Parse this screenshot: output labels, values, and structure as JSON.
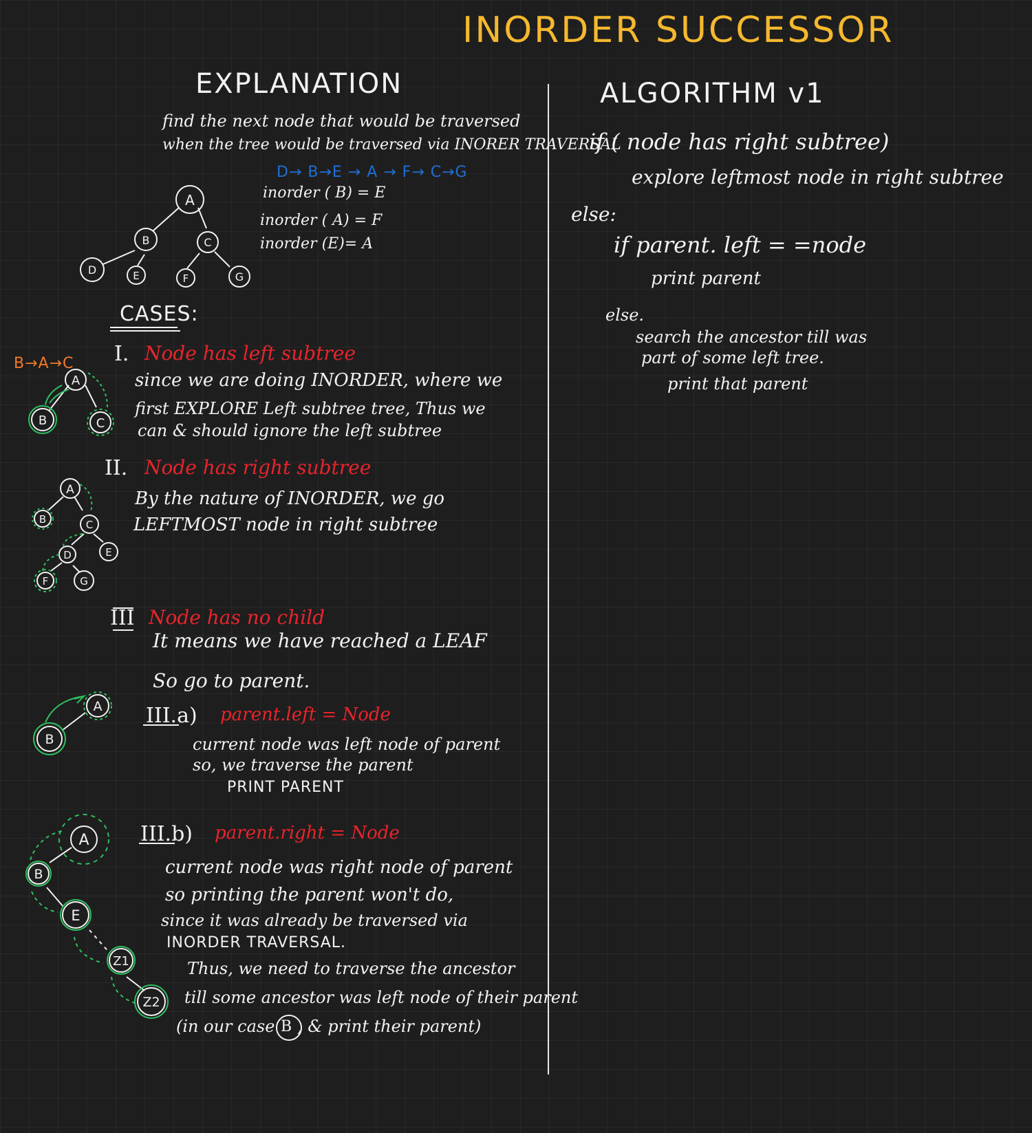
{
  "title": "INORDER  SUCCESSOR",
  "explanation": {
    "heading": "EXPLANATION",
    "line1": "find the next node that would be traversed",
    "line2": "when the tree would be traversed via INORER TRAVERSAL",
    "sequence": "D→ B→E → A → F→ C→G",
    "ex1": "inorder ( B) = E",
    "ex2": "inorder ( A) = F",
    "ex3": "inorder (E)= A",
    "tree_nodes": [
      "A",
      "B",
      "C",
      "D",
      "E",
      "F",
      "G"
    ]
  },
  "cases": {
    "heading": "CASES:",
    "case1": {
      "numeral": "I.",
      "title": "Node has left subtree",
      "text1": "since we are doing INORDER, where we",
      "text2": "first EXPLORE Left subtree tree, Thus we",
      "text3": "can & should ignore the left subtree",
      "order": "B→A→C",
      "nodes": [
        "A",
        "B",
        "C"
      ]
    },
    "case2": {
      "numeral": "II.",
      "title": "Node has right subtree",
      "text1": "By the nature of INORDER, we go",
      "text2": "LEFTMOST node in right subtree",
      "nodes": [
        "A",
        "B",
        "C",
        "D",
        "E",
        "F",
        "G"
      ]
    },
    "case3": {
      "numeral": "III",
      "title": "Node has no child",
      "text1": "It means we have reached a LEAF",
      "text2": "So go to parent.",
      "a": {
        "label": "III.a)",
        "title": "parent.left = Node",
        "text1": "current node was left node of parent",
        "text2": "so, we traverse the parent",
        "text3": "PRINT PARENT",
        "nodes": [
          "A",
          "B"
        ]
      },
      "b": {
        "label": "III.b)",
        "title": "parent.right = Node",
        "text1": "current node was right node of parent",
        "text2": "so printing the parent won't do,",
        "text3": "since it was already be traversed via",
        "text4": "INORDER TRAVERSAL.",
        "text5": "Thus, we need to traverse the ancestor",
        "text6": "till some ancestor   was left node of their parent",
        "text7a": "(in our case",
        "text7node": "B",
        "text7b": ", & print  their  parent)",
        "nodes": [
          "A",
          "B",
          "E",
          "Z1",
          "Z2"
        ]
      }
    }
  },
  "algorithm": {
    "heading": "ALGORITHM v1",
    "l1": "if ( node  has right subtree)",
    "l2": "explore leftmost node in right subtree",
    "l3": "else:",
    "l4": "if parent. left = =node",
    "l5": "print parent",
    "l6": "else.",
    "l7": "search the ancestor till was",
    "l8": "part of some left tree.",
    "l9": "print that parent"
  },
  "colors": {
    "background": "#1e1e1e",
    "title": "#f5b82e",
    "case_title": "#e8242c",
    "sequence": "#1f6fd6",
    "highlight_ring": "#2fbf5f",
    "order_label": "#f07a2a"
  }
}
